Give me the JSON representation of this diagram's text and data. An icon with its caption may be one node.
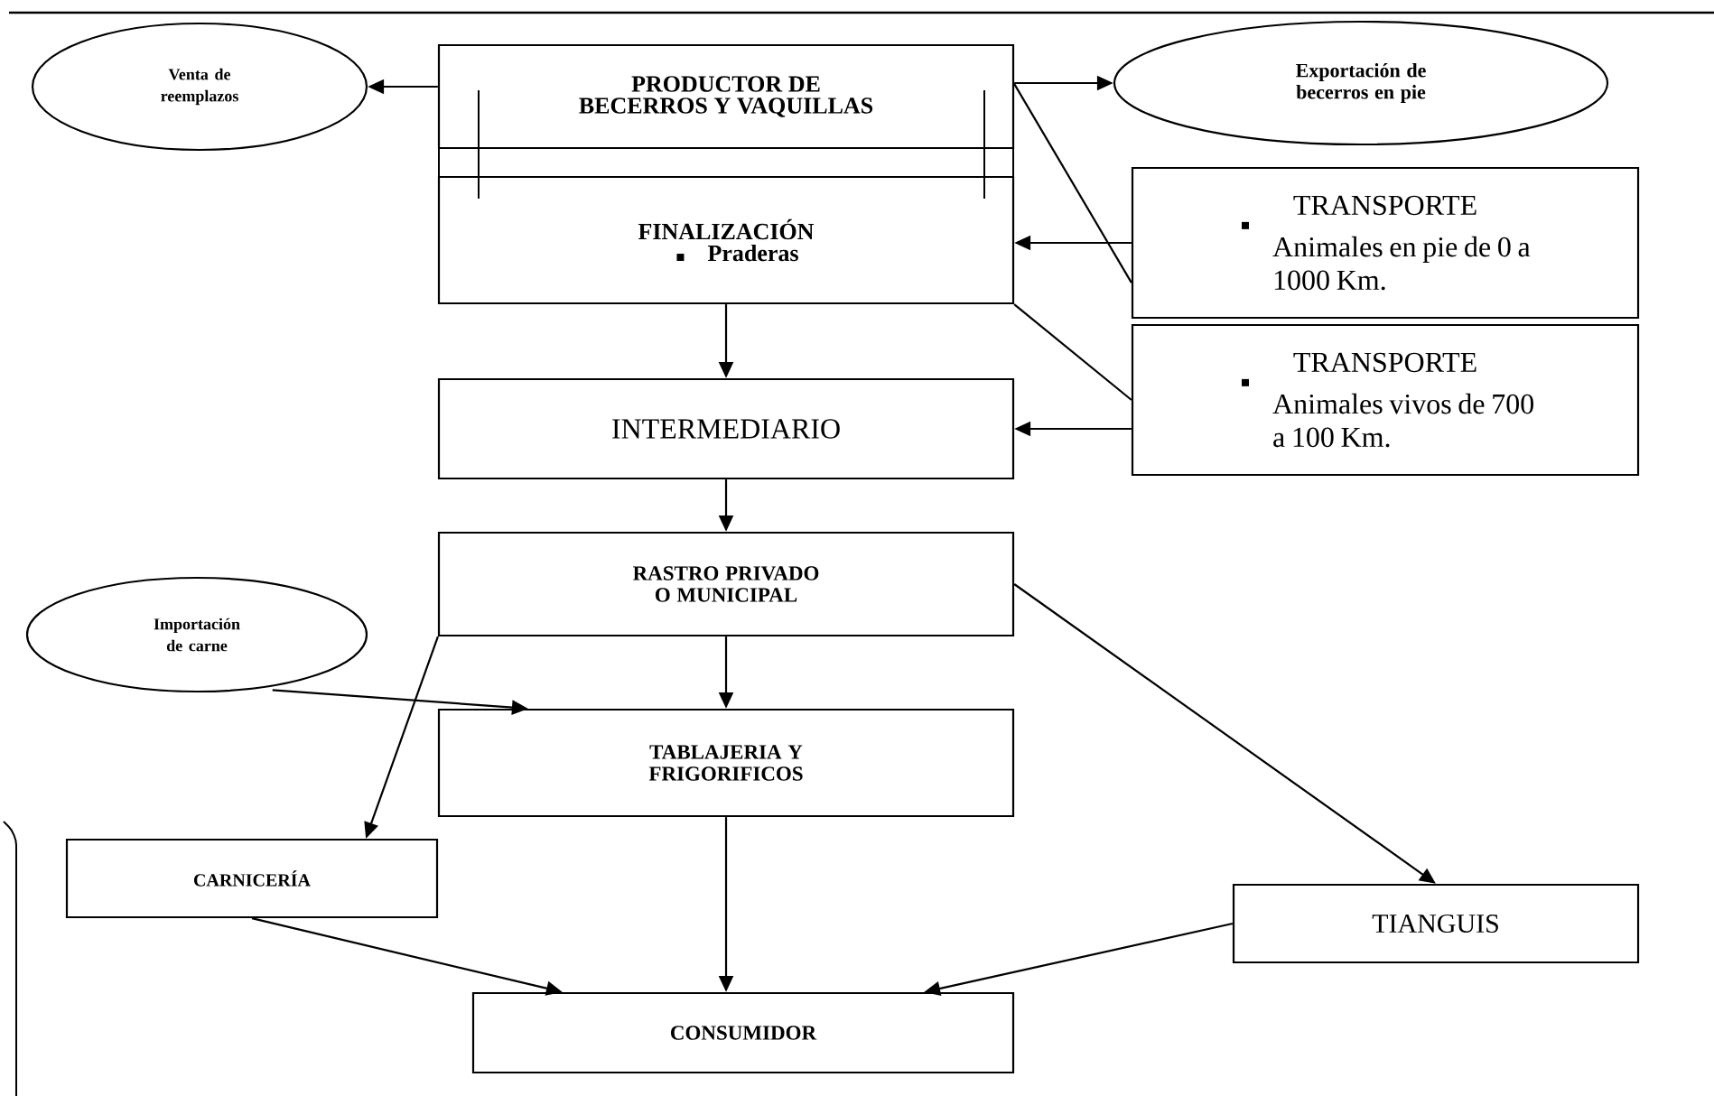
{
  "diagram": {
    "nodes": [
      {
        "text": [
          "Venta de reemplazos"
        ]
      },
      {
        "text": [
          "PRODUCTOR DE BECERROS Y VAQUILLAS"
        ]
      },
      {
        "text": [
          "Exportación de becerros en pie"
        ]
      },
      {
        "text": [
          "FINALIZACIÓN",
          "Praderas"
        ]
      },
      {
        "text": [
          "TRANSPORTE",
          "Animales en pie de 0 a 1000 Km."
        ]
      },
      {
        "text": [
          "TRANSPORTE",
          "Animales vivos de 700 a 100 Km."
        ]
      },
      {
        "text": [
          "INTERMEDIARIO"
        ]
      },
      {
        "text": [
          "RASTRO PRIVADO O MUNICIPAL"
        ]
      },
      {
        "text": [
          "Importación de carne"
        ]
      },
      {
        "text": [
          "TABLAJERIA Y FRIGORIFICOS"
        ]
      },
      {
        "text": [
          "CARNICERÍA"
        ]
      },
      {
        "text": [
          "TIANGUIS"
        ]
      },
      {
        "text": [
          "CONSUMIDOR"
        ]
      }
    ],
    "edges": [
      {
        "from": 1,
        "to": 0,
        "arrow": "to"
      },
      {
        "from": 1,
        "to": 2,
        "arrow": "to"
      },
      {
        "from": 1,
        "to": 4,
        "arrow": "none"
      },
      {
        "from": 4,
        "to": 3,
        "arrow": "to"
      },
      {
        "from": 3,
        "to": 5,
        "arrow": "none"
      },
      {
        "from": 5,
        "to": 6,
        "arrow": "to"
      },
      {
        "from": 3,
        "to": 6,
        "arrow": "to"
      },
      {
        "from": 6,
        "to": 7,
        "arrow": "to"
      },
      {
        "from": 7,
        "to": 9,
        "arrow": "to"
      },
      {
        "from": 7,
        "to": 10,
        "arrow": "to"
      },
      {
        "from": 8,
        "to": 9,
        "arrow": "to"
      },
      {
        "from": 7,
        "to": 11,
        "arrow": "to"
      },
      {
        "from": 9,
        "to": 12,
        "arrow": "to"
      },
      {
        "from": 10,
        "to": 12,
        "arrow": "to"
      },
      {
        "from": 11,
        "to": 12,
        "arrow": "to"
      }
    ]
  }
}
